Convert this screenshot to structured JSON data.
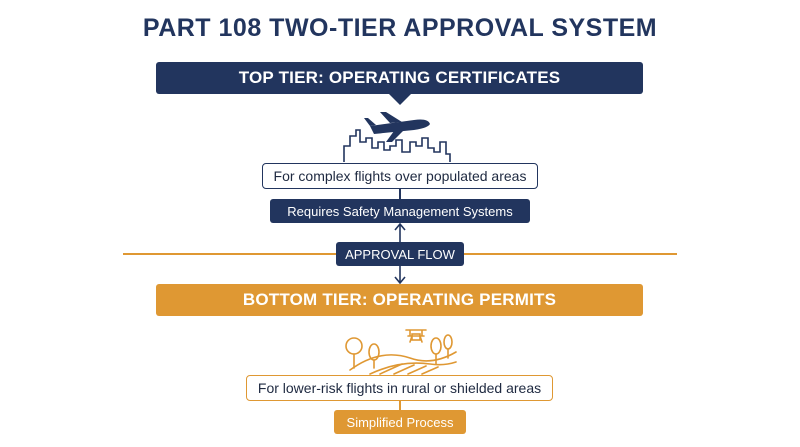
{
  "title": "PART 108 TWO-TIER APPROVAL SYSTEM",
  "top_tier": {
    "heading": "TOP TIER: OPERATING CERTIFICATES",
    "description": "For complex flights over populated areas",
    "requirement": "Requires Safety Management Systems",
    "icon": "city-airplane-icon",
    "color": "#22355e"
  },
  "flow": {
    "label": "APPROVAL FLOW",
    "line_color": "#df9833"
  },
  "bottom_tier": {
    "heading": "BOTTOM TIER: OPERATING PERMITS",
    "description": "For lower-risk flights in rural or shielded areas",
    "requirement": "Simplified Process",
    "icon": "rural-drone-icon",
    "color": "#df9833"
  }
}
